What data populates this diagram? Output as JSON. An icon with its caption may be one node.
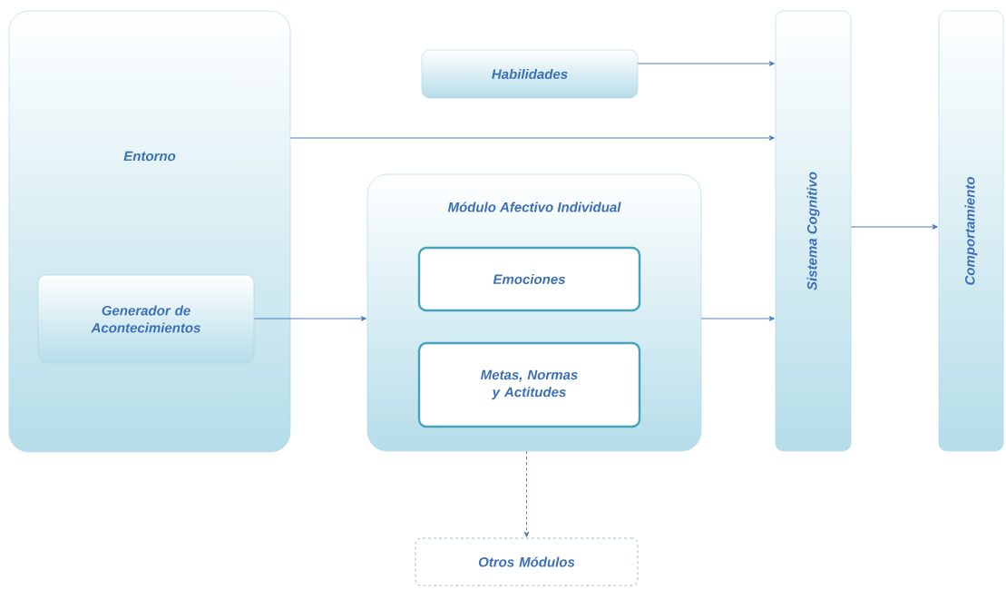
{
  "diagram": {
    "nodes": [
      {
        "text": [
          "Entorno"
        ]
      },
      {
        "text": [
          "Generador de Acontecimientos"
        ],
        "in": 0
      },
      {
        "text": [
          "Habilidades"
        ]
      },
      {
        "text": [
          "Módulo Afectivo Individual"
        ]
      },
      {
        "text": [
          "Emociones"
        ],
        "in": 3
      },
      {
        "text": [
          "Metas, Normas y Actitudes"
        ],
        "in": 3
      },
      {
        "text": [
          "Sistema Cognitivo"
        ]
      },
      {
        "text": [
          "Comportamiento"
        ]
      },
      {
        "text": [
          "Otros Módulos"
        ]
      }
    ],
    "edges": [
      {
        "from": 2,
        "to": 6,
        "arrow": "to"
      },
      {
        "from": 0,
        "to": 6,
        "arrow": "to"
      },
      {
        "from": 1,
        "to": 3,
        "arrow": "to"
      },
      {
        "from": 3,
        "to": 6,
        "arrow": "to"
      },
      {
        "from": 6,
        "to": 7,
        "arrow": "to"
      },
      {
        "from": 3,
        "to": 8,
        "arrow": "to",
        "style": "dashed"
      }
    ]
  }
}
